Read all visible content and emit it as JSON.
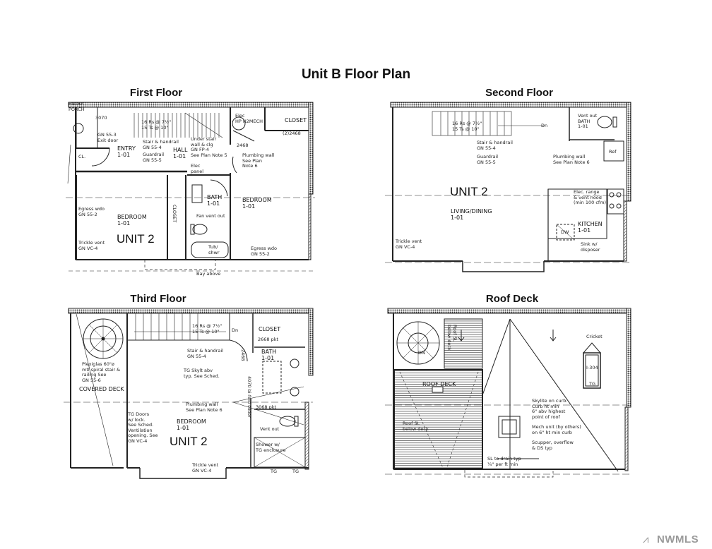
{
  "title": "Unit B Floor Plan",
  "floors": {
    "first": {
      "title": "First Floor",
      "labels": [
        "ENTRY\nPORCH",
        "3070",
        "GN 55-3\nExit door",
        "ENTRY\n1-01",
        "Stair & handrail\nGN 55-4",
        "Guardrail\nGN 55-5",
        "HALL\n1-01",
        "Under stair\nwall & clg\nGN FP-4\nSee Plan Note 5",
        "Elec\nHP H2MECH",
        "CLOSET",
        "(2)2468",
        "2468",
        "Plumbing wall\nSee Plan\nNote 6",
        "CL.",
        "Elec\npanel",
        "BATH\n1-01",
        "BEDROOM\n1-01",
        "Egress wdo\nGN 55-2",
        "BEDROOM\n1-01",
        "CLOSET",
        "Trickle vent\nGN VC-4",
        "Tub/\nshwr",
        "Egress wdo\nGN 55-2",
        "Bay above",
        "16 Rs @ 7½\"\n15 Ts @ 10\"",
        "Fan vent out"
      ],
      "unit": "UNIT 2"
    },
    "second": {
      "title": "Second Floor",
      "labels": [
        "16 Rs @ 7½\"\n15 Ts @ 10\"",
        "Dn",
        "Stair & handrail\nGN 55-4",
        "Guardrail\nGN 55-5",
        "Vent out\nBATH\n1-01",
        "Ref",
        "Plumbing wall\nSee Plan Note 6",
        "LIVING/DINING\n1-01",
        "Elec. range\n& vent hood\n(min 100 cfm)",
        "KITCHEN\n1-01",
        "DW",
        "Trickle vent\nGN VC-4",
        "Sink w/\ndisposer"
      ],
      "unit": "UNIT 2"
    },
    "third": {
      "title": "Third Floor",
      "labels": [
        "16 Rs @ 7½\"\n15 Ts @ 10\"",
        "Dn",
        "CLOSET",
        "2668 pkt",
        "BATH\n1-01",
        "Stair & handrail\nGN 55-4",
        "TG Skylt abv\ntyp. See Sched.",
        "Plexiglas 60\"ø\nmtl spiral stair &\nrailing See\nGN 55-6",
        "COVERED DECK",
        "Plumbing wall\nSee Plan Note 6",
        "3068 pkt",
        "TG Doors\nw/ lock.\nSee Sched.\nVentilation\nopening. See\nGN VC-4",
        "BEDROOM\n1-01",
        "Vent out",
        "Shower w/\nTG enclosure",
        "Trickle vent\nGN VC-4",
        "TG",
        "TG",
        "4070 bi-fold slider",
        "2468"
      ],
      "unit": "UNIT 2"
    },
    "roof": {
      "title": "Roof Deck",
      "labels": [
        "DN",
        "Roof SL\nbelow deck",
        "ROOF DECK",
        "Roof SL\nbelow deck",
        "Cricket",
        "I-304",
        "TG",
        "Skylite on curb.\nCurb ht min\n6\" abv highest\npoint of roof",
        "Mech unit (by others)\non 6\" ht min curb",
        "Scupper, overflow\n& DS typ",
        "SL to drain typ\n¼\" per ft min"
      ]
    }
  },
  "watermark": "NWMLS"
}
